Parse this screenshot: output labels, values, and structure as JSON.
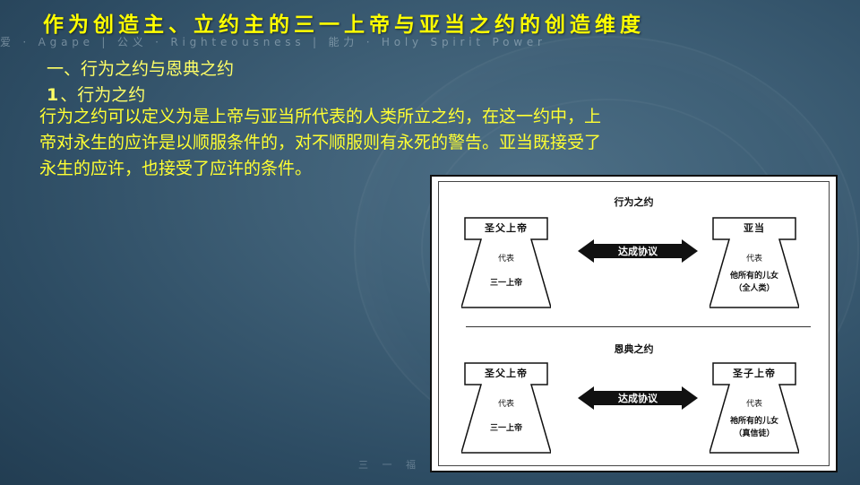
{
  "slide": {
    "title": "作为创造主、立约主的三一上帝与亚当之约的创造维度",
    "watermark": "爱 · Agape  |  公义 · Righteousness  |  能力 · Holy Spirit Power",
    "footer_mark": "三 一 福 音",
    "subtitle": "一、行为之约与恩典之约",
    "section_number": "1",
    "section_title": "、行为之约",
    "body_lines": [
      "行为之约可以定义为是上帝与亚当所代表的人类所立之约，在这一约中，上",
      "帝对永生的应许是以顺服条件的，对不顺服则有永死的警告。亚当既接受了",
      "永生的应许，也接受了应许的条件。"
    ]
  },
  "diagram": {
    "works": {
      "heading": "行为之约",
      "left": {
        "title": "圣父上帝",
        "rep": "代表",
        "name": "三一上帝"
      },
      "agreement": "达成协议",
      "right": {
        "title": "亚当",
        "rep": "代表",
        "name_line1": "他所有的儿女",
        "name_line2": "（全人类）"
      }
    },
    "grace": {
      "heading": "恩典之约",
      "left": {
        "title": "圣父上帝",
        "rep": "代表",
        "name": "三一上帝"
      },
      "agreement": "达成协议",
      "right": {
        "title": "圣子上帝",
        "rep": "代表",
        "name_line1": "祂所有的儿女",
        "name_line2": "（真信徒）"
      }
    }
  }
}
